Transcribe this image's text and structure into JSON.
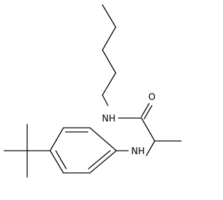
{
  "molecule": {
    "atoms": {
      "amide_oxygen": "O",
      "amide_nitrogen": "NH",
      "amine_nitrogen": "NH"
    },
    "colors": {
      "bond": "#000000",
      "label": "#000000",
      "background": "#ffffff"
    }
  }
}
